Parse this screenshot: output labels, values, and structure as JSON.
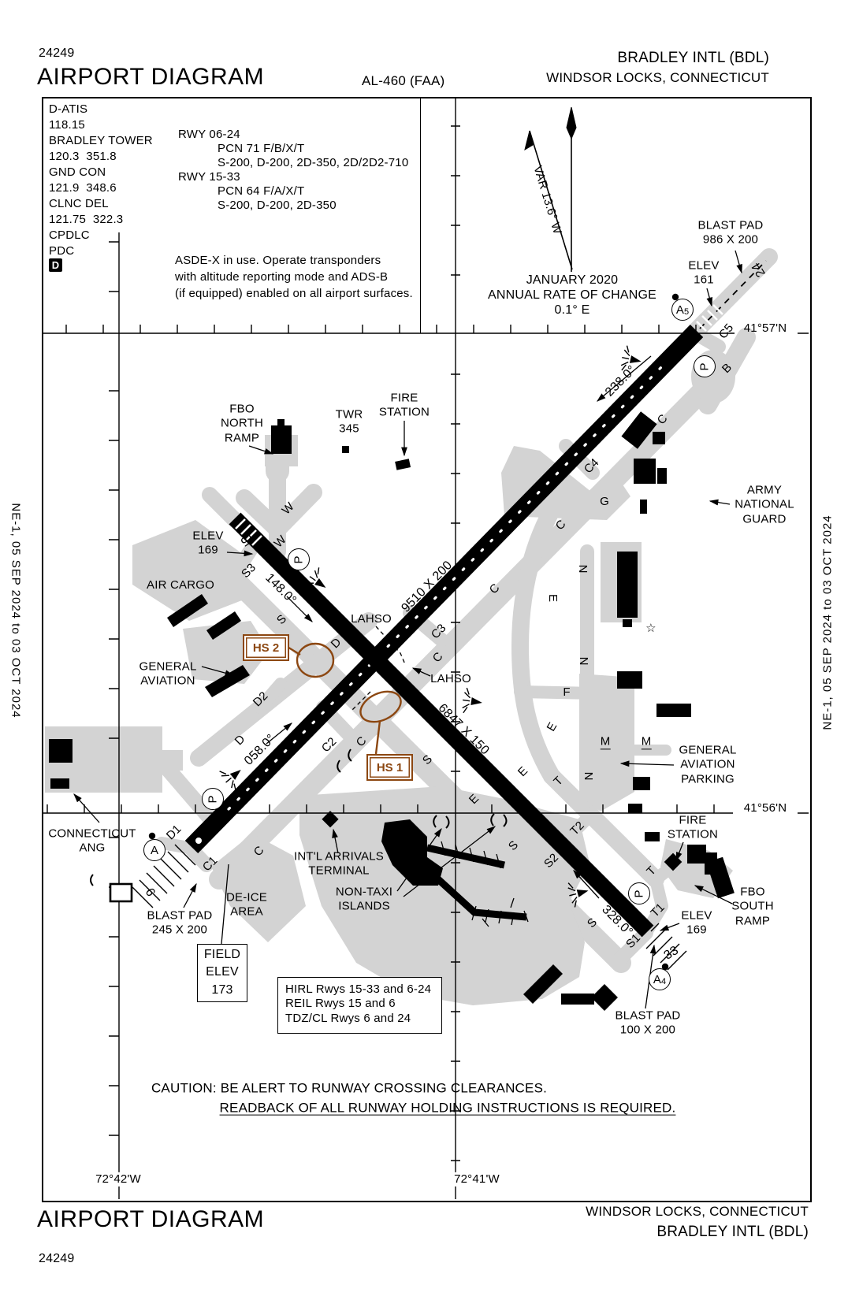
{
  "header": {
    "chart_number": "24249",
    "title": "AIRPORT DIAGRAM",
    "al_number": "AL-460 (FAA)",
    "airport_name": "BRADLEY INTL (BDL)",
    "city": "WINDSOR LOCKS, CONNECTICUT"
  },
  "footer": {
    "title": "AIRPORT DIAGRAM",
    "chart_number": "24249",
    "airport_name": "BRADLEY INTL (BDL)",
    "city": "WINDSOR LOCKS, CONNECTICUT"
  },
  "edge_note": "NE-1,  05 SEP 2024  to  03 OCT 2024",
  "comm": {
    "d_atis_label": "D-ATIS",
    "d_atis_freq": "118.15",
    "twr_label": "BRADLEY TOWER",
    "twr_freq": "120.3  351.8",
    "gnd_label": "GND CON",
    "gnd_freq": "121.9  348.6",
    "clnc_label": "CLNC DEL",
    "clnc_freq": "121.75  322.3",
    "cpdlc": "CPDLC",
    "pdc": "PDC",
    "d_badge": "D"
  },
  "runway_data": {
    "rwy0624": "RWY 06-24",
    "pcn0624": "PCN 71 F/B/X/T",
    "strength0624": "S-200, D-200, 2D-350, 2D/2D2-710",
    "rwy1533": "RWY 15-33",
    "pcn1533": "PCN 64 F/A/X/T",
    "strength1533": "S-200, D-200, 2D-350"
  },
  "asde_note": "ASDE-X in use. Operate transponders\nwith altitude reporting mode and ADS-B\n(if equipped) enabled on all airport surfaces.",
  "compass": {
    "variation": "VAR 13.6° W",
    "date": "JANUARY 2020",
    "rate_label": "ANNUAL RATE OF CHANGE",
    "rate_value": "0.1° E"
  },
  "graticule": {
    "lat_top": "41°57'N",
    "lat_bottom": "41°56'N",
    "lon_left": "72°42'W",
    "lon_right": "72°41'W"
  },
  "runways": {
    "rwy_6_24": {
      "id_6": "6",
      "id_24": "24",
      "dimensions": "9510 X 200",
      "heading_ne": "058.0°",
      "heading_sw": "238.0°"
    },
    "rwy_15_33": {
      "id_15": "15",
      "id_33": "33",
      "dimensions": "6847 X 150",
      "heading_se": "148.0°",
      "heading_nw": "328.0°"
    }
  },
  "elevations": {
    "field": "FIELD\nELEV\n173",
    "rwy24": "ELEV\n161",
    "rwy15": "ELEV\n169",
    "rwy33": "ELEV\n169"
  },
  "blast_pads": {
    "rwy24": "BLAST PAD\n986 X 200",
    "rwy6": "BLAST PAD\n245 X 200",
    "rwy33": "BLAST PAD\n100 X 200"
  },
  "hotspots": {
    "hs1": "HS 1",
    "hs2": "HS 2"
  },
  "lahso": "LAHSO",
  "facilities": {
    "fbo_north": "FBO\nNORTH\nRAMP",
    "twr": "TWR\n345",
    "fire_station_n": "FIRE\nSTATION",
    "army": "ARMY\nNATIONAL\nGUARD",
    "air_cargo": "AIR CARGO",
    "general_aviation": "GENERAL\nAVIATION",
    "connecticut_ang": "CONNECTICUT\nANG",
    "de_ice": "DE-ICE\nAREA",
    "intl_arrivals": "INT'L ARRIVALS\nTERMINAL",
    "non_taxi": "NON-TAXI\nISLANDS",
    "ga_parking": "GENERAL\nAVIATION\nPARKING",
    "fire_station_s": "FIRE\nSTATION",
    "fbo_south": "FBO\nSOUTH\nRAMP"
  },
  "taxiway_labels": {
    "b": "B",
    "c": "C",
    "c1": "C1",
    "c2": "C2",
    "c3": "C3",
    "c4": "C4",
    "c5": "C5",
    "d": "D",
    "d1": "D1",
    "d2": "D2",
    "e": "E",
    "f": "F",
    "g": "G",
    "m": "M",
    "n": "N",
    "p": "P",
    "s": "S",
    "s1": "S1",
    "s2": "S2",
    "s3": "S3",
    "t": "T",
    "t1": "T1",
    "t2": "T2",
    "w": "W"
  },
  "taxiway_signs": {
    "a5": {
      "letter": "A",
      "num": "5"
    },
    "a4": {
      "letter": "A",
      "num": "4"
    },
    "a": {
      "letter": "A"
    }
  },
  "lighting_box": {
    "line1": "HIRL Rwys 15-33 and 6-24",
    "line2": "REIL Rwys 15 and 6",
    "line3": "TDZ/CL Rwys 6 and 24"
  },
  "caution": {
    "line1": "CAUTION: BE ALERT TO RUNWAY CROSSING CLEARANCES.",
    "line2": "READBACK OF ALL RUNWAY HOLDING INSTRUCTIONS IS REQUIRED."
  },
  "colors": {
    "hotspot_brown": "#8C4711",
    "apron_gray": "#D3D3D3",
    "runway_black": "#000000"
  }
}
